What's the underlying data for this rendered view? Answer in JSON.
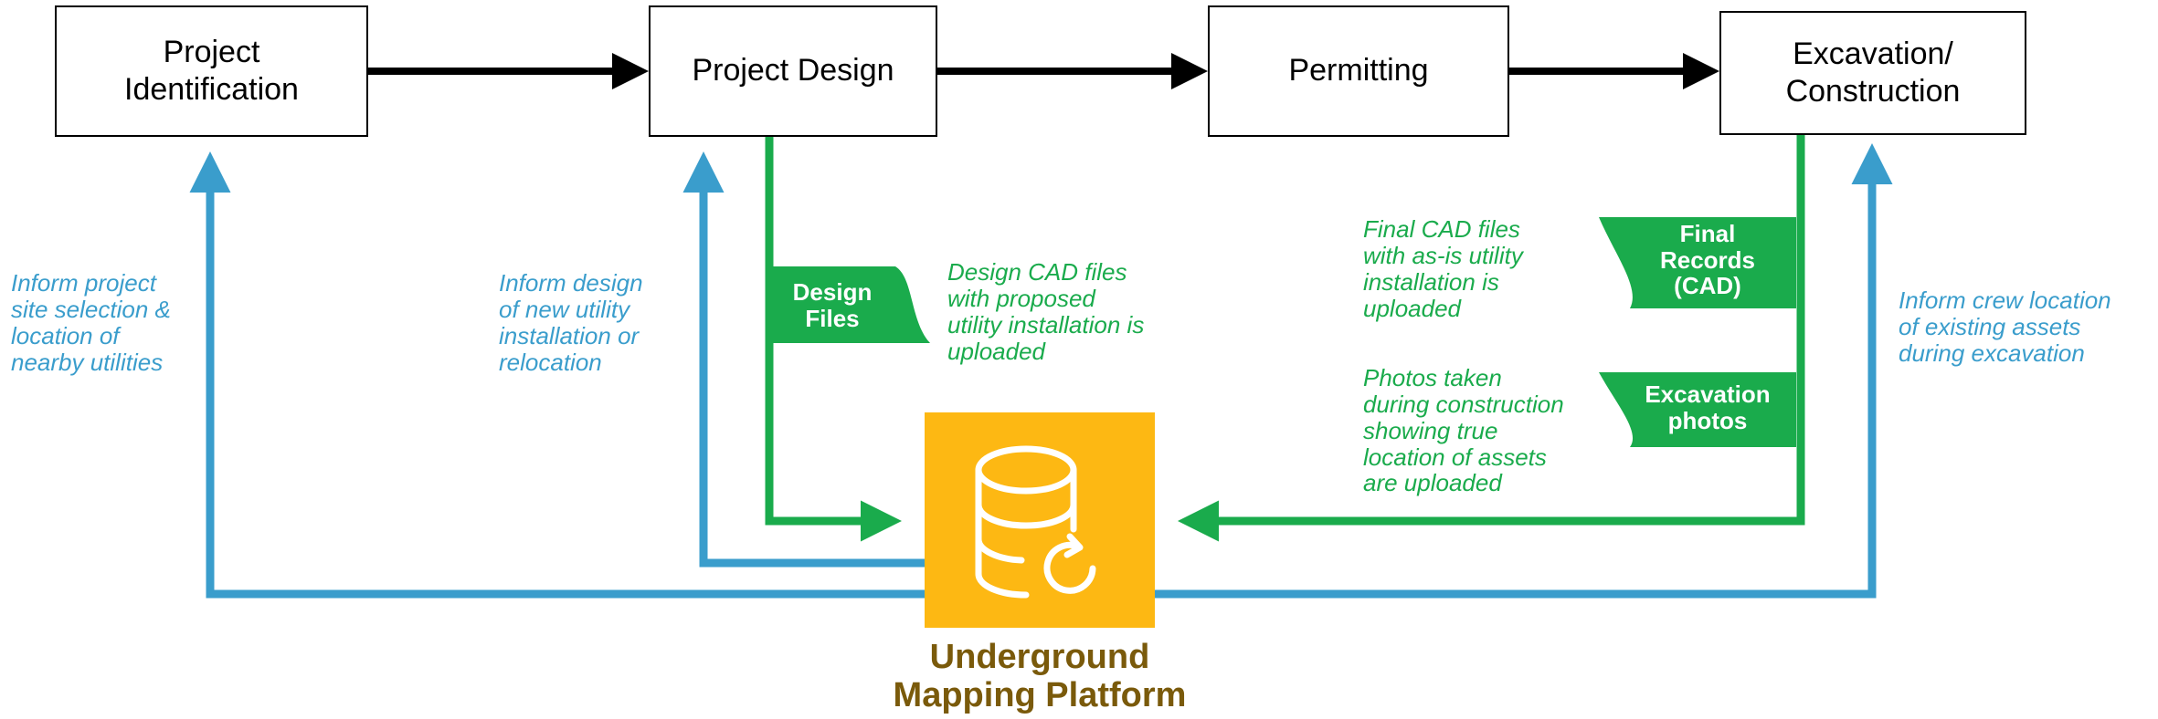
{
  "stages": {
    "identification": "Project\nIdentification",
    "design": "Project Design",
    "permitting": "Permitting",
    "construction": "Excavation/\nConstruction"
  },
  "notes": {
    "inform_site": "Inform project\nsite selection &\nlocation of\nnearby utilities",
    "inform_design": "Inform design\nof new utility\ninstallation or\nrelocation",
    "design_upload": "Design CAD files\nwith proposed\nutility installation is\nuploaded",
    "final_upload": "Final CAD files\nwith as-is utility\ninstallation is\nuploaded",
    "photos_upload": "Photos taken\nduring construction\nshowing true\nlocation of assets\nare uploaded",
    "inform_crew": "Inform crew location\nof existing assets\nduring excavation"
  },
  "tags": {
    "design_files": "Design\nFiles",
    "final_records": "Final\nRecords\n(CAD)",
    "excavation_photos": "Excavation\nphotos"
  },
  "platform": {
    "label": "Underground\nMapping Platform",
    "icon": "database-sync-icon"
  },
  "colors": {
    "process_arrow": "#000000",
    "inform_flow": "#3a9dcc",
    "upload_flow": "#1aab4c",
    "platform": "#fdb813",
    "platform_label": "#7a5a0b"
  }
}
